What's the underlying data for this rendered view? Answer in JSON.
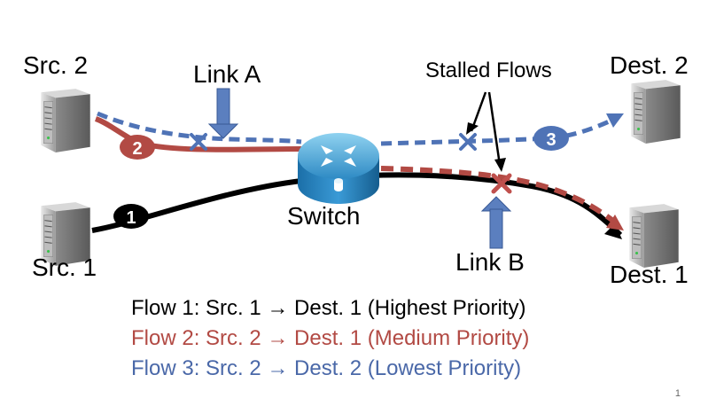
{
  "nodes": {
    "src2": "Src. 2",
    "src1": "Src. 1",
    "dest2": "Dest. 2",
    "dest1": "Dest. 1",
    "switch": "Switch"
  },
  "labels": {
    "link_a": "Link A",
    "link_b": "Link B",
    "stalled": "Stalled Flows"
  },
  "badges": {
    "flow1": "1",
    "flow2": "2",
    "flow3": "3"
  },
  "legend": [
    {
      "text": "Flow 1: Src. 1 → Dest. 1 (Highest Priority)",
      "color": "#000000"
    },
    {
      "text": "Flow 2: Src. 2 → Dest. 1 (Medium Priority)",
      "color": "#b24a44"
    },
    {
      "text": "Flow 3: Src. 2 → Dest. 2 (Lowest Priority)",
      "color": "#4a68a8"
    }
  ],
  "colors": {
    "flow1": "#000000",
    "flow2": "#b24a44",
    "flow3": "#4f73b6",
    "link_arrow": "#5b7fbf"
  },
  "page_number": "1"
}
